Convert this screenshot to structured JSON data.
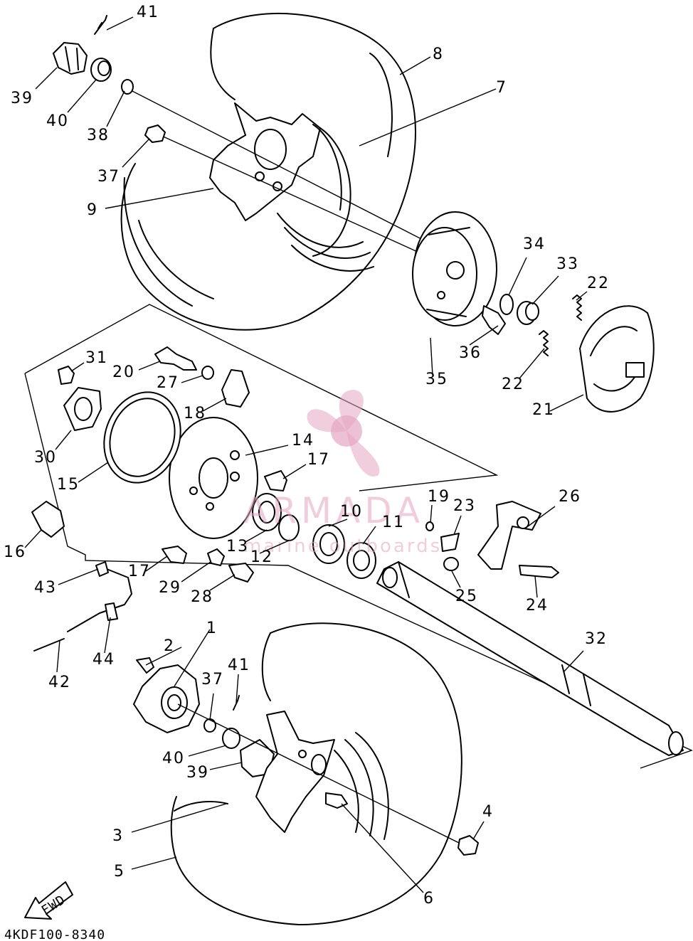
{
  "diagram": {
    "code": "4KDF100-8340",
    "fwd_label": "FWD",
    "watermark": {
      "brand": "ARMADA",
      "tagline": "marine outboards",
      "color": "#e5a6c3"
    },
    "callouts": [
      "1",
      "2",
      "3",
      "4",
      "5",
      "6",
      "7",
      "8",
      "9",
      "10",
      "11",
      "12",
      "13",
      "14",
      "15",
      "16",
      "17",
      "17",
      "18",
      "19",
      "20",
      "21",
      "22",
      "22",
      "23",
      "24",
      "25",
      "26",
      "27",
      "28",
      "29",
      "30",
      "31",
      "32",
      "33",
      "34",
      "35",
      "36",
      "37",
      "37",
      "38",
      "39",
      "39",
      "40",
      "40",
      "41",
      "41",
      "42",
      "43",
      "44"
    ]
  }
}
